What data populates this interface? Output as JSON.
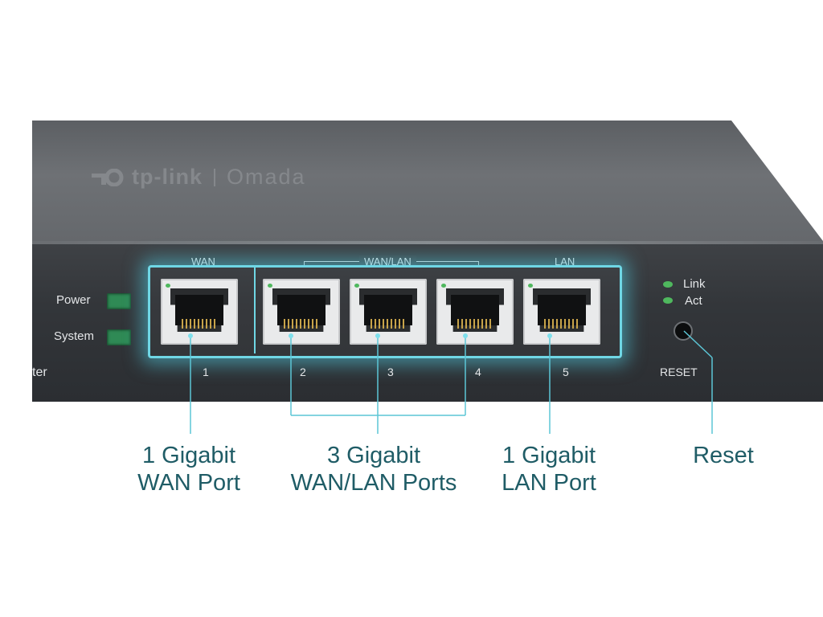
{
  "device": {
    "brand": "tp-link",
    "product_line": "Omada",
    "partial_label": "ter",
    "power_label": "Power",
    "system_label": "System",
    "wan_header": "WAN",
    "wanlan_header": "WAN/LAN",
    "lan_header": "LAN",
    "ports": [
      {
        "number": "1",
        "type": "WAN"
      },
      {
        "number": "2",
        "type": "WAN/LAN"
      },
      {
        "number": "3",
        "type": "WAN/LAN"
      },
      {
        "number": "4",
        "type": "WAN/LAN"
      },
      {
        "number": "5",
        "type": "LAN"
      }
    ],
    "link_label": "Link",
    "act_label": "Act",
    "reset_label": "RESET"
  },
  "callouts": [
    {
      "line1": "1 Gigabit",
      "line2": "WAN Port"
    },
    {
      "line1": "3 Gigabit",
      "line2": "WAN/LAN Ports"
    },
    {
      "line1": "1 Gigabit",
      "line2": "LAN Port"
    },
    {
      "line1": "Reset",
      "line2": ""
    }
  ],
  "colors": {
    "accent": "#6fd7e5",
    "caption_text": "#1f5c66",
    "led_green": "#2f8a55",
    "chassis": "#3f4246"
  }
}
